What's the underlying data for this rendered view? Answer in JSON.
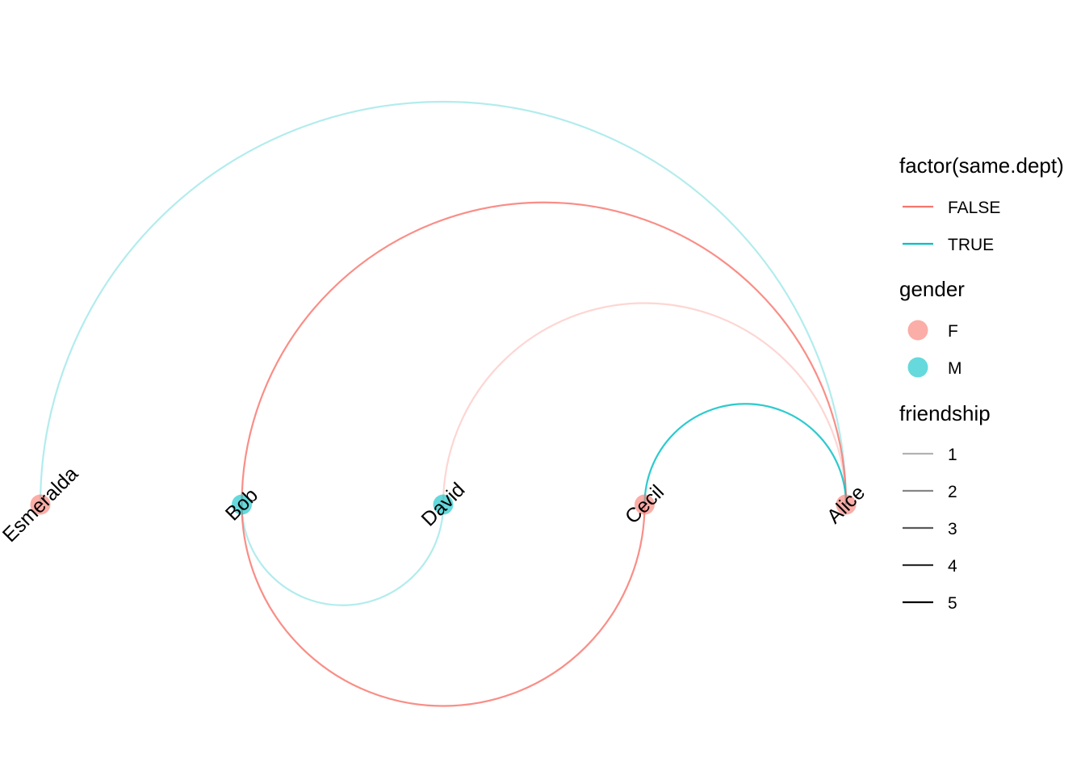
{
  "diagram": {
    "type": "arc",
    "nodes": [
      {
        "name": "Esmeralda",
        "gender": "F"
      },
      {
        "name": "Bob",
        "gender": "M"
      },
      {
        "name": "David",
        "gender": "M"
      },
      {
        "name": "Cecil",
        "gender": "F"
      },
      {
        "name": "Alice",
        "gender": "F"
      }
    ],
    "edges": [
      {
        "from": "Alice",
        "to": "Esmeralda",
        "same_dept": "TRUE",
        "friendship": 1,
        "side": "above"
      },
      {
        "from": "Alice",
        "to": "Bob",
        "same_dept": "FALSE",
        "friendship": 4,
        "side": "above"
      },
      {
        "from": "Alice",
        "to": "David",
        "same_dept": "FALSE",
        "friendship": 1,
        "side": "above"
      },
      {
        "from": "Alice",
        "to": "Cecil",
        "same_dept": "TRUE",
        "friendship": 4,
        "side": "above"
      },
      {
        "from": "Bob",
        "to": "David",
        "same_dept": "TRUE",
        "friendship": 1,
        "side": "below"
      },
      {
        "from": "Bob",
        "to": "Cecil",
        "same_dept": "FALSE",
        "friendship": 4,
        "side": "below"
      }
    ]
  },
  "legend": {
    "dept": {
      "title": "factor(same.dept)",
      "items": [
        {
          "label": "FALSE",
          "color": "#F8766D"
        },
        {
          "label": "TRUE",
          "color": "#00BFC4"
        }
      ]
    },
    "gender": {
      "title": "gender",
      "items": [
        {
          "label": "F",
          "color": "#F8766D"
        },
        {
          "label": "M",
          "color": "#00BFC4"
        }
      ]
    },
    "friendship": {
      "title": "friendship",
      "items": [
        {
          "label": "1",
          "value": 1
        },
        {
          "label": "2",
          "value": 2
        },
        {
          "label": "3",
          "value": 3
        },
        {
          "label": "4",
          "value": 4
        },
        {
          "label": "5",
          "value": 5
        }
      ]
    }
  }
}
